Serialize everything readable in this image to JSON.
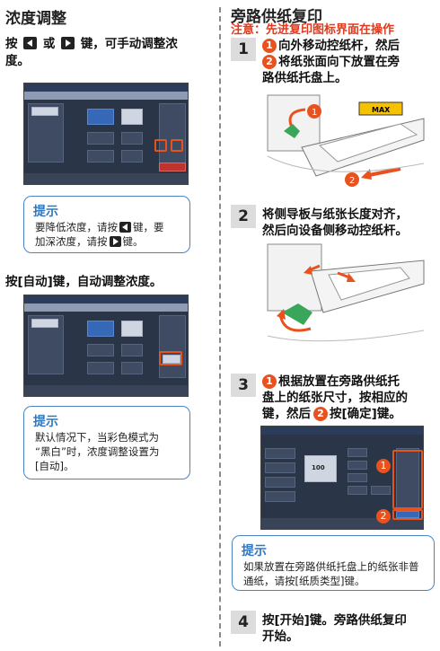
{
  "left": {
    "density_title": "浓度调整",
    "density_para_1": "按",
    "density_para_or": "或",
    "density_para_2": "键，可手动调整浓",
    "density_para_3": "度。",
    "tip1_head": "提示",
    "tip1_line1a": "要降低浓度，请按",
    "tip1_line1b": "键，要",
    "tip1_line2a": "加深浓度，请按",
    "tip1_line2b": "键。",
    "auto_para": "按[自动]键，自动调整浓度。",
    "tip2_head": "提示",
    "tip2_line1": "默认情况下，当彩色模式为",
    "tip2_line2": "“黑白”时，浓度调整设置为",
    "tip2_line3": "[自动]。"
  },
  "right": {
    "title": "旁路供纸复印",
    "note": "注意：先进复印图标界面在操作",
    "step1_num": "1",
    "step1_line1": "向外移动控纸杆，然后",
    "step1_line2": "将纸张面向下放置在旁",
    "step1_line3": "路供纸托盘上。",
    "step1_illus_label": "MAX",
    "step2_num": "2",
    "step2_line1": "将侧导板与纸张长度对齐，",
    "step2_line2": "然后向设备侧移动控纸杆。",
    "step3_num": "3",
    "step3_line1": "根据放置在旁路供纸托",
    "step3_line2": "盘上的纸张尺寸，按相应的",
    "step3_line3": "键，然后",
    "step3_line3b": "按[确定]键。",
    "step3_screen_value": "100",
    "tip_head": "提示",
    "tip_line1": "如果放置在旁路供纸托盘上的纸张非普",
    "tip_line2": "通纸，请按[纸质类型]键。",
    "step4_num": "4",
    "step4_line1": "按[开始]键。旁路供纸复印",
    "step4_line2": "开始。"
  },
  "markers": {
    "one": "1",
    "two": "2"
  },
  "colors": {
    "accent_orange": "#e8521f",
    "note_red": "#e03a1e",
    "tip_blue": "#2f78c0"
  }
}
